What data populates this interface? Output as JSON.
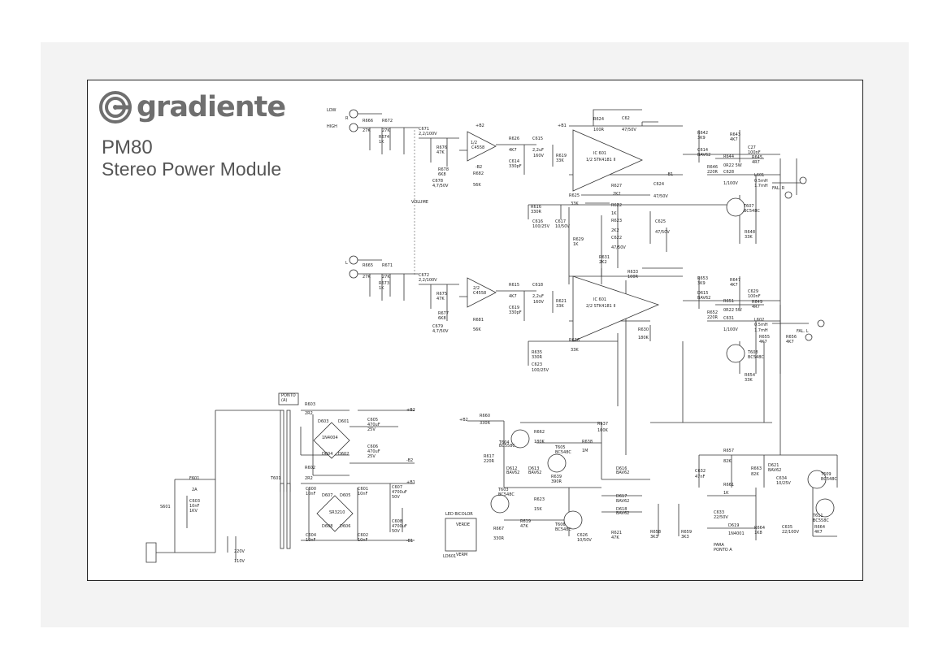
{
  "header": {
    "brand": "gradiente",
    "model": "PM80",
    "subtitle": "Stereo Power Module"
  },
  "icons": {
    "logo": "gradiente-swirl-icon"
  },
  "colors": {
    "ink": "#222222",
    "brand_gray": "#6f6f6f",
    "sheet": "#f3f3f3"
  },
  "labels": [
    "LOW",
    "HIGH",
    "R",
    "L",
    "VOLUME",
    "R666",
    "27K",
    "R672",
    "27K",
    "R674",
    "1K",
    "C671",
    "2,2/100V",
    "R676",
    "47K",
    "R678",
    "6K8",
    "C678",
    "4,7/50V",
    "+B2",
    "-B2",
    "1/2",
    "C4558",
    "R682",
    "56K",
    "R626",
    "4K7",
    "C615",
    "2,2uF",
    "160V",
    "C614",
    "330pF",
    "R619",
    "33K",
    "+B1",
    "-B1",
    "R624",
    "100R",
    "C62",
    "47/50V",
    "IC 601",
    "1/2 STK4181 II",
    "R625",
    "33K",
    "R627",
    "2K2",
    "C624",
    "47/50V",
    "R616",
    "330R",
    "C616",
    "100/25V",
    "C617",
    "10/50V",
    "R622",
    "1K",
    "R623",
    "2K2",
    "C625",
    "47/50V",
    "R629",
    "1K",
    "C622",
    "47/50V",
    "R642",
    "3K9",
    "R643",
    "4K7",
    "C614",
    "BAV62",
    "C27",
    "100nF",
    "R644",
    "0R22 5W",
    "R645",
    "4R7",
    "R646",
    "220R",
    "C628",
    "1/100V",
    "L601",
    "0.5mH",
    "1.7mH",
    "FAL. R",
    "T607",
    "BC548C",
    "R648",
    "33K",
    "R665",
    "27K",
    "R671",
    "27K",
    "R673",
    "1K",
    "C672",
    "2,2/100V",
    "R675",
    "47K",
    "R677",
    "6K8",
    "C679",
    "4,7/50V",
    "2/2",
    "C4558",
    "R681",
    "56K",
    "R615",
    "4K7",
    "C618",
    "2,2uF",
    "160V",
    "C619",
    "330pF",
    "R621",
    "33K",
    "R631",
    "2K2",
    "R633",
    "100R",
    "IC 601",
    "2/2 STK4181 II",
    "R636",
    "33K",
    "R630",
    "180K",
    "R635",
    "330R",
    "C623",
    "100/25V",
    "R653",
    "3K9",
    "R647",
    "4K7",
    "D615",
    "BAV62",
    "C629",
    "100nF",
    "R651",
    "0R22 5W",
    "R649",
    "4R7",
    "R652",
    "220R",
    "C631",
    "1/100V",
    "L602",
    "0.5mH",
    "1.7mH",
    "FAL. L",
    "R655",
    "4K7",
    "R656",
    "4K7",
    "T608",
    "BC548C",
    "R654",
    "33K",
    "PONTO",
    "(A)",
    "R603",
    "2R2",
    "D603",
    "D601",
    "1N4004",
    "D604",
    "D602",
    "C605",
    "470uF",
    "25V",
    "C606",
    "470uF",
    "25V",
    "+B2",
    "-B2",
    "R602",
    "2R2",
    "T601",
    "F601",
    "2A",
    "S601",
    "C603",
    "10nF",
    "1KV",
    "220V",
    "110V",
    "C600",
    "10nF",
    "D607",
    "D605",
    "SR3210",
    "D608",
    "D606",
    "C601",
    "10nF",
    "C604",
    "10nF",
    "C602",
    "10nF",
    "C607",
    "4700uF",
    "50V",
    "C608",
    "4700uF",
    "50V",
    "+B1",
    "-B1",
    "+B2",
    "R660",
    "330R",
    "T604",
    "BC558C",
    "R662",
    "180K",
    "R617",
    "220R",
    "T605",
    "BC548C",
    "R638",
    "1M",
    "R637",
    "100K",
    "D612",
    "BAV62",
    "D613",
    "BAV62",
    "R639",
    "390R",
    "T603",
    "BC548C",
    "R623",
    "15K",
    "R619",
    "47K",
    "T606",
    "BC548C",
    "D616",
    "BAV62",
    "D617",
    "BAV62",
    "D618",
    "BAV62",
    "R621",
    "47K",
    "C626",
    "10/50V",
    "LED BICOLOR",
    "VERDE",
    "VERM",
    "LD601",
    "R667",
    "330R",
    "R658",
    "3K3",
    "R659",
    "3K3",
    "C632",
    "47nF",
    "R657",
    "82K",
    "R663",
    "82K",
    "D621",
    "BAV62",
    "C634",
    "10/25V",
    "T609",
    "BC548C",
    "R661",
    "1K",
    "C633",
    "22/50V",
    "D619",
    "1N4001",
    "R664",
    "1K8",
    "T611",
    "BC558C",
    "C635",
    "22/100V",
    "R664",
    "4K7",
    "PARA",
    "PONTO A"
  ]
}
